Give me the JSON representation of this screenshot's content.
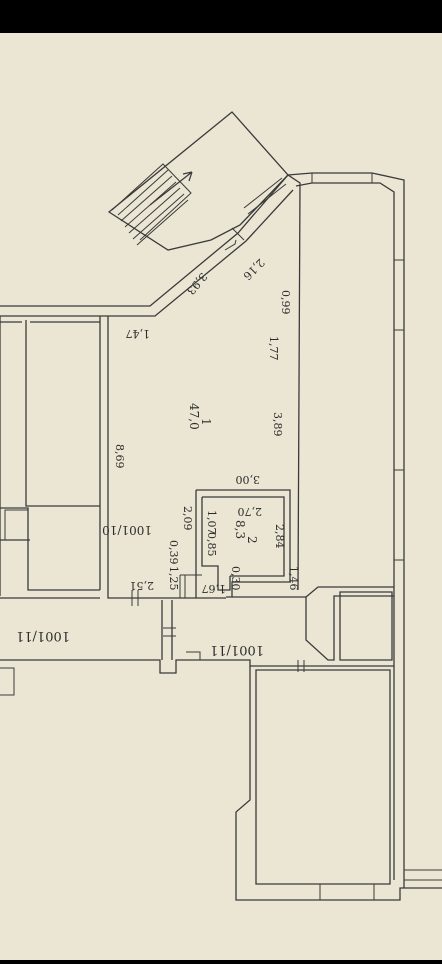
{
  "plan": {
    "paper_color": "#ebe6d4",
    "ink_color": "#3a3a3a",
    "text_color": "#2b2b2b",
    "room_labels": {
      "room1_number": "1",
      "room1_area": "47,0",
      "room2_number": "2",
      "room2_area": "8,3",
      "code_room1": "1001/10",
      "code_corridor": "1001/11",
      "code_left_corridor": "1001/11"
    },
    "dimensions": {
      "d216": "2,16",
      "d393": "3,93",
      "d099": "0,99",
      "d147": "1,47",
      "d177": "1,77",
      "d389": "3,89",
      "d869": "8,69",
      "d300": "3,00",
      "d270": "2,70",
      "d209": "2,09",
      "d107": "1,07",
      "d085": "0,85",
      "d039": "0,39",
      "d284": "2,84",
      "d125": "1,25",
      "d251": "2,51",
      "d167": "1,67",
      "d030": "0,30",
      "d146": "1,46"
    }
  }
}
